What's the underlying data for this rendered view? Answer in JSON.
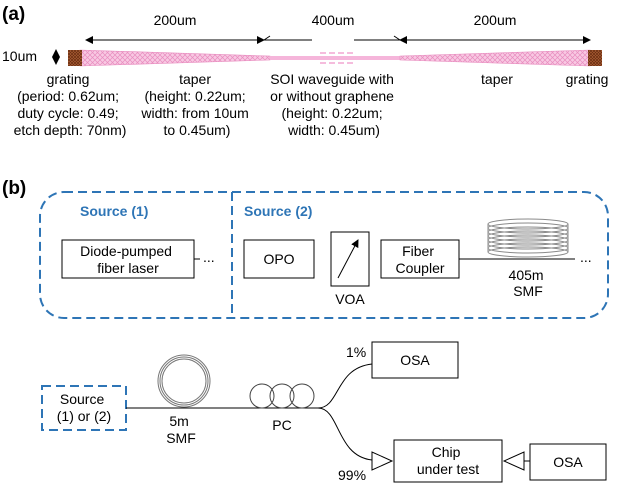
{
  "panel_a": {
    "label": "(a)",
    "dim_left": "200um",
    "dim_mid": "400um",
    "dim_right": "200um",
    "dim_height": "10um",
    "grating_left": [
      "grating",
      "(period: 0.62um;",
      "duty cycle: 0.49;",
      "etch depth: 70nm)"
    ],
    "taper_left": [
      "taper",
      "(height: 0.22um;",
      "width: from 10um",
      "to 0.45um)"
    ],
    "waveguide": [
      "SOI waveguide with",
      "or without graphene",
      "(height: 0.22um;",
      "width: 0.45um)"
    ],
    "taper_right": "taper",
    "grating_right": "grating",
    "colors": {
      "waveguide": "#f2a6d2",
      "grating": "#a0522d"
    }
  },
  "panel_b": {
    "label": "(b)",
    "source1": "Source (1)",
    "source2": "Source (2)",
    "diode_laser": [
      "Diode-pumped",
      "fiber laser"
    ],
    "ellipsis": "...",
    "opo": "OPO",
    "voa": "VOA",
    "fiber_coupler": [
      "Fiber",
      "Coupler"
    ],
    "smf_405": [
      "405m",
      "SMF"
    ],
    "source_box": [
      "Source",
      "(1) or (2)"
    ],
    "smf_5": [
      "5m",
      "SMF"
    ],
    "pc": "PC",
    "pct_1": "1%",
    "pct_99": "99%",
    "osa_top": "OSA",
    "chip": [
      "Chip",
      "under test"
    ],
    "osa_right": "OSA",
    "colors": {
      "dashed": "#2e75b6",
      "source_titles": "#2e75b6"
    }
  }
}
